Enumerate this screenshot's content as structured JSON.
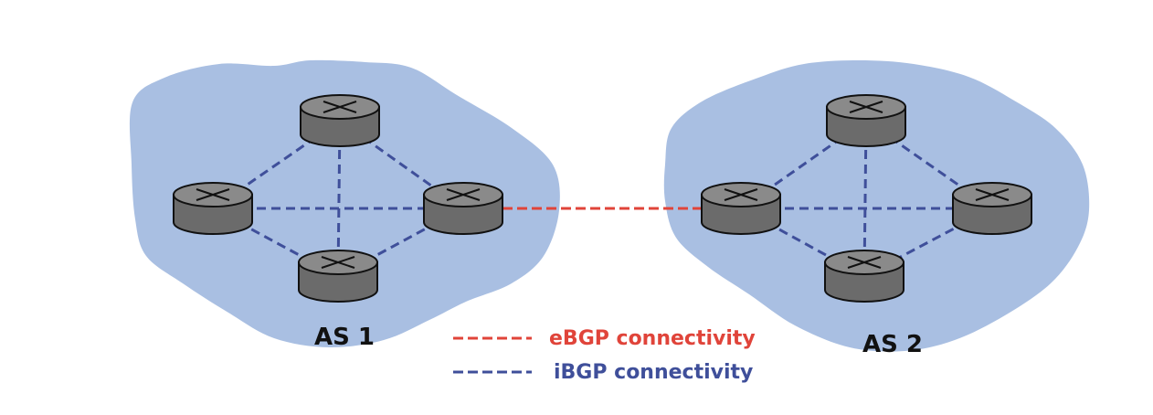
{
  "colors": {
    "cloud": "#a9bfe2",
    "router_body": "#6b6b6b",
    "router_top": "#8a8a8a",
    "router_outline": "#111111",
    "ibgp": "#3f4f9a",
    "ebgp": "#e0443a",
    "as_label": "#111111"
  },
  "autonomous_systems": [
    {
      "label": "AS 1",
      "routers": [
        "top",
        "left",
        "right",
        "bottom"
      ],
      "ibgp_links": [
        [
          "top",
          "left"
        ],
        [
          "top",
          "right"
        ],
        [
          "top",
          "bottom"
        ],
        [
          "left",
          "right"
        ],
        [
          "left",
          "bottom"
        ],
        [
          "right",
          "bottom"
        ]
      ]
    },
    {
      "label": "AS 2",
      "routers": [
        "top",
        "left",
        "right",
        "bottom"
      ],
      "ibgp_links": [
        [
          "top",
          "left"
        ],
        [
          "top",
          "right"
        ],
        [
          "top",
          "bottom"
        ],
        [
          "left",
          "right"
        ],
        [
          "left",
          "bottom"
        ],
        [
          "right",
          "bottom"
        ]
      ]
    }
  ],
  "ebgp_link": {
    "from": "AS 1 right router",
    "to": "AS 2 left router"
  },
  "legend": {
    "ebgp_label": "eBGP connectivity",
    "ibgp_label": "iBGP connectivity",
    "ebgp_icon": "red-dashed-line",
    "ibgp_icon": "blue-dashed-line"
  }
}
